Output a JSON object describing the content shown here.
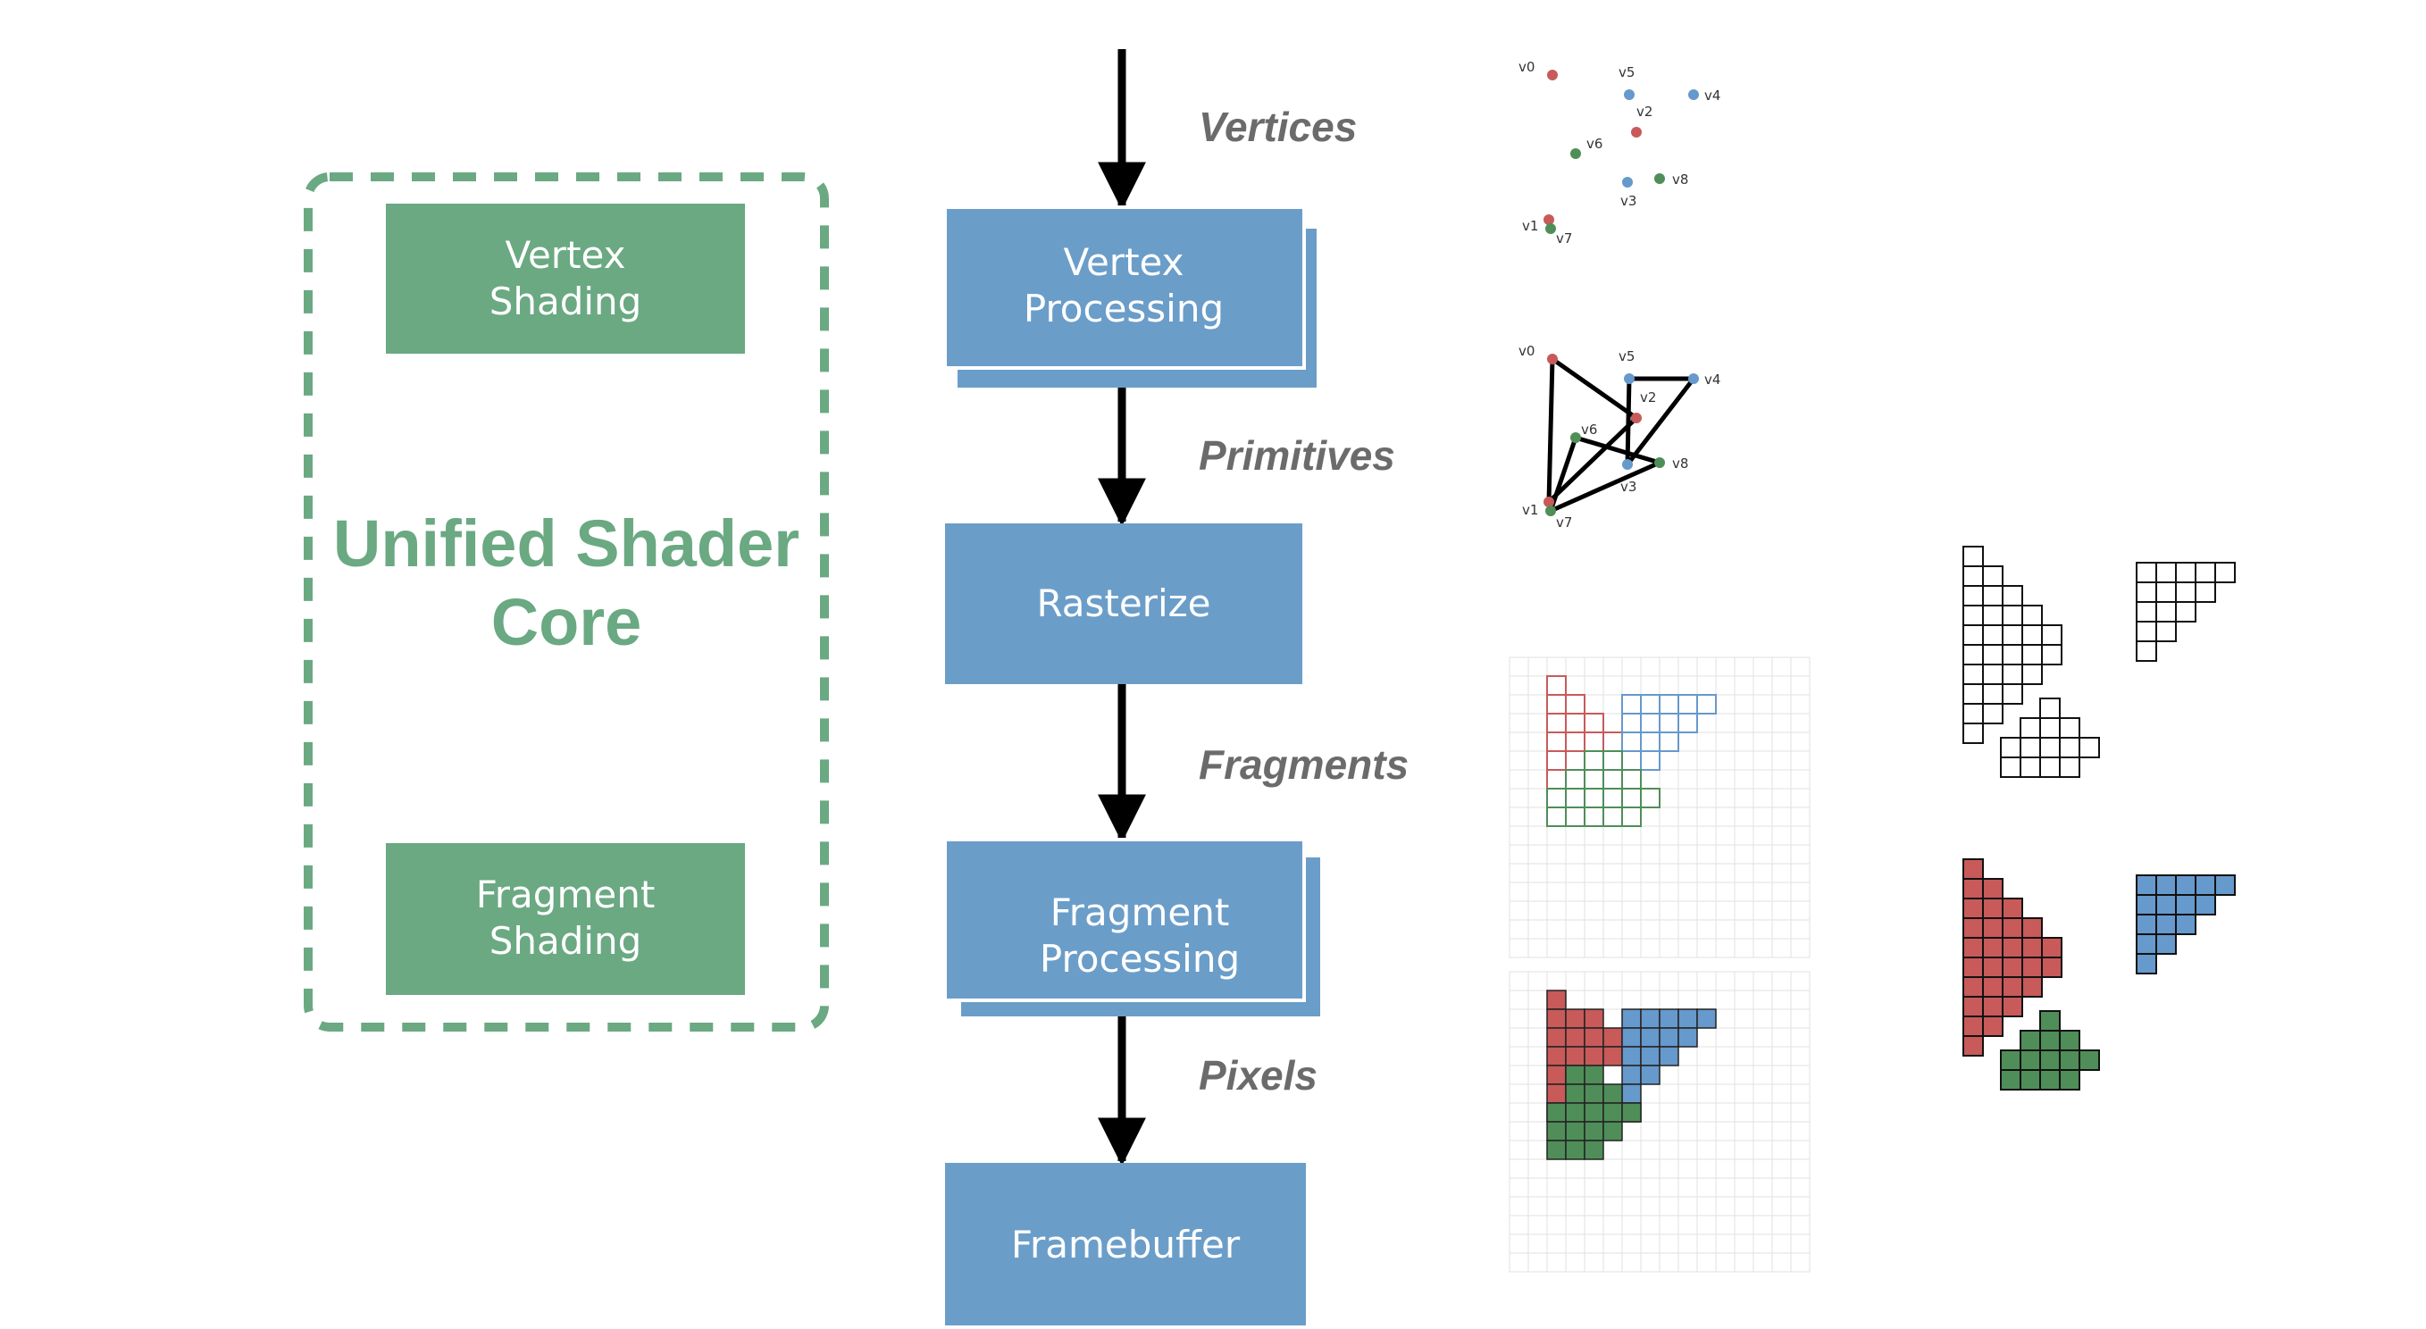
{
  "core": {
    "title_line1": "Unified Shader",
    "title_line2": "Core",
    "vertex_shading": [
      "Vertex",
      "Shading"
    ],
    "fragment_shading": [
      "Fragment",
      "Shading"
    ]
  },
  "pipeline": {
    "vertex_processing": [
      "Vertex",
      "Processing"
    ],
    "rasterize": "Rasterize",
    "fragment_processing": [
      "Fragment",
      "Processing"
    ],
    "framebuffer": "Framebuffer"
  },
  "flow_labels": {
    "vertices": "Vertices",
    "primitives": "Primitives",
    "fragments": "Fragments",
    "pixels": "Pixels"
  },
  "vertex_labels": [
    "v0",
    "v5",
    "v4",
    "v2",
    "v6",
    "v8",
    "v3",
    "v1",
    "v7"
  ],
  "colors": {
    "shader_green": "#6aa982",
    "pipeline_blue": "#6b9dc9",
    "red": "#c85a5a",
    "blue": "#6699cc",
    "green": "#4f8e58",
    "label_gray": "#6b6b6b"
  }
}
